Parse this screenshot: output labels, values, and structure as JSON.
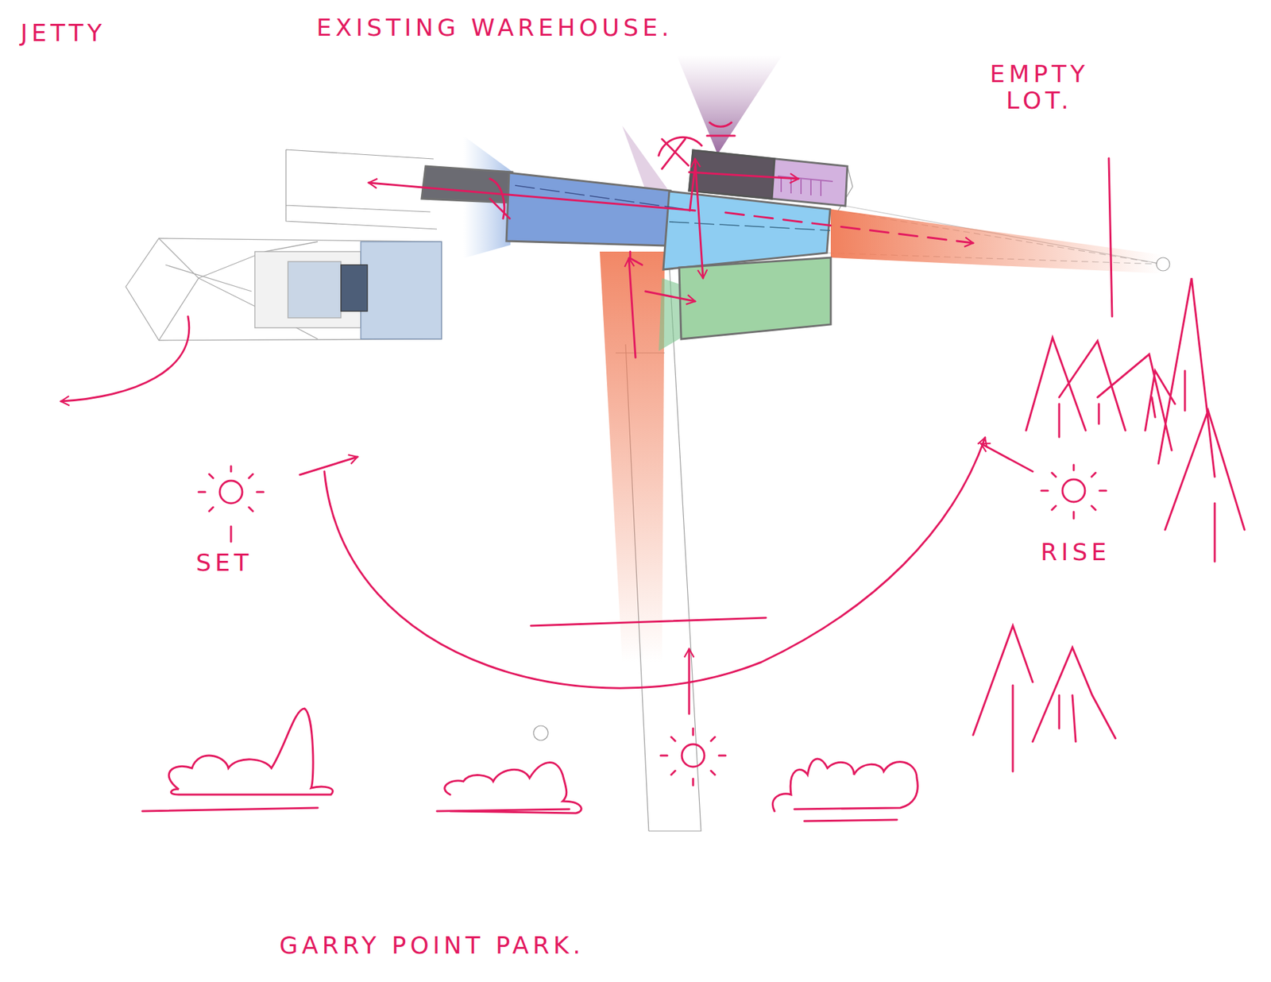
{
  "diagram": {
    "labels": [
      "JETTY",
      "EXISTING WAREHOUSE.",
      "EMPTY LOT.",
      "SET",
      "RISE",
      "GARRY POINT PARK."
    ]
  }
}
